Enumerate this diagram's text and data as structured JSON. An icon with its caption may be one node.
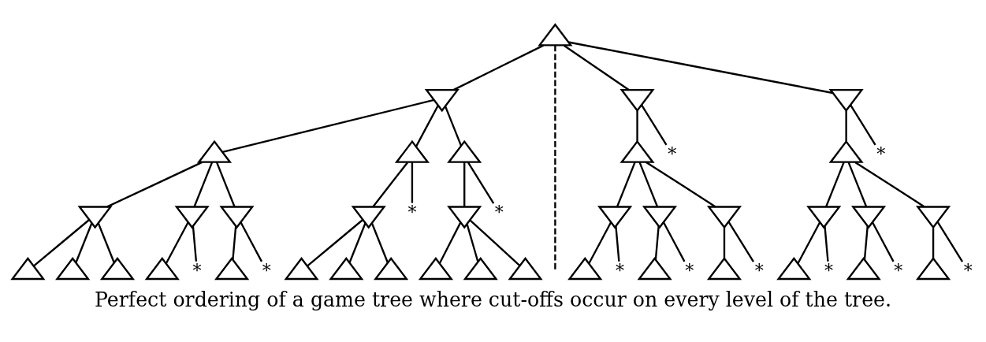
{
  "diagram": {
    "caption": "Perfect ordering of a game tree where cut-offs occur on every level of the tree.",
    "nodes": [
      {
        "text": [],
        "shape": "triangle"
      },
      {
        "text": [],
        "shape": "down-triangle"
      },
      {
        "text": [],
        "shape": "triangle"
      },
      {
        "text": [],
        "shape": "down-triangle"
      },
      {
        "text": [],
        "shape": "triangle"
      },
      {
        "text": [],
        "shape": "triangle"
      },
      {
        "text": [],
        "shape": "triangle"
      },
      {
        "text": [],
        "shape": "down-triangle"
      },
      {
        "text": [],
        "shape": "triangle"
      },
      {
        "text": [
          "*"
        ]
      },
      {
        "text": [],
        "shape": "down-triangle"
      },
      {
        "text": [],
        "shape": "triangle"
      },
      {
        "text": [
          "*"
        ]
      },
      {
        "text": [],
        "shape": "triangle"
      },
      {
        "text": [],
        "shape": "down-triangle"
      },
      {
        "text": [],
        "shape": "triangle"
      },
      {
        "text": [],
        "shape": "triangle"
      },
      {
        "text": [],
        "shape": "triangle"
      },
      {
        "text": [
          "*"
        ]
      },
      {
        "text": [],
        "shape": "triangle"
      },
      {
        "text": [],
        "shape": "down-triangle"
      },
      {
        "text": [],
        "shape": "triangle"
      },
      {
        "text": [],
        "shape": "triangle"
      },
      {
        "text": [],
        "shape": "triangle"
      },
      {
        "text": [
          "*"
        ]
      },
      {
        "text": [],
        "shape": "down-triangle"
      },
      {
        "text": [],
        "shape": "triangle"
      },
      {
        "text": [],
        "shape": "down-triangle"
      },
      {
        "text": [],
        "shape": "triangle"
      },
      {
        "text": [
          "*"
        ]
      },
      {
        "text": [],
        "shape": "down-triangle"
      },
      {
        "text": [],
        "shape": "triangle"
      },
      {
        "text": [
          "*"
        ]
      },
      {
        "text": [],
        "shape": "down-triangle"
      },
      {
        "text": [],
        "shape": "triangle"
      },
      {
        "text": [
          "*"
        ]
      },
      {
        "text": [
          "*"
        ]
      },
      {
        "text": [],
        "shape": "down-triangle"
      },
      {
        "text": [],
        "shape": "triangle"
      },
      {
        "text": [],
        "shape": "down-triangle"
      },
      {
        "text": [],
        "shape": "triangle"
      },
      {
        "text": [
          "*"
        ]
      },
      {
        "text": [],
        "shape": "down-triangle"
      },
      {
        "text": [],
        "shape": "triangle"
      },
      {
        "text": [
          "*"
        ]
      },
      {
        "text": [],
        "shape": "down-triangle"
      },
      {
        "text": [],
        "shape": "triangle"
      },
      {
        "text": [
          "*"
        ]
      },
      {
        "text": [
          "*"
        ]
      }
    ],
    "edges": [
      {
        "from": 0,
        "to": 1,
        "arrow": "none"
      },
      {
        "from": 0,
        "to": null,
        "arrow": "none",
        "style": "dashed"
      },
      {
        "from": 0,
        "to": 25,
        "arrow": "none"
      },
      {
        "from": 0,
        "to": 37,
        "arrow": "none"
      },
      {
        "from": 1,
        "to": 2,
        "arrow": "none"
      },
      {
        "from": 1,
        "to": 13,
        "arrow": "none"
      },
      {
        "from": 1,
        "to": 19,
        "arrow": "none"
      },
      {
        "from": 2,
        "to": 3,
        "arrow": "none"
      },
      {
        "from": 2,
        "to": 7,
        "arrow": "none"
      },
      {
        "from": 2,
        "to": 10,
        "arrow": "none"
      },
      {
        "from": 3,
        "to": 4,
        "arrow": "none"
      },
      {
        "from": 3,
        "to": 5,
        "arrow": "none"
      },
      {
        "from": 3,
        "to": 6,
        "arrow": "none"
      },
      {
        "from": 7,
        "to": 8,
        "arrow": "none"
      },
      {
        "from": 7,
        "to": 9,
        "arrow": "none"
      },
      {
        "from": 10,
        "to": 11,
        "arrow": "none"
      },
      {
        "from": 10,
        "to": 12,
        "arrow": "none"
      },
      {
        "from": 13,
        "to": 14,
        "arrow": "none"
      },
      {
        "from": 13,
        "to": 18,
        "arrow": "none"
      },
      {
        "from": 14,
        "to": 15,
        "arrow": "none"
      },
      {
        "from": 14,
        "to": 16,
        "arrow": "none"
      },
      {
        "from": 14,
        "to": 17,
        "arrow": "none"
      },
      {
        "from": 19,
        "to": 20,
        "arrow": "none"
      },
      {
        "from": 19,
        "to": 24,
        "arrow": "none"
      },
      {
        "from": 20,
        "to": 21,
        "arrow": "none"
      },
      {
        "from": 20,
        "to": 22,
        "arrow": "none"
      },
      {
        "from": 20,
        "to": 23,
        "arrow": "none"
      },
      {
        "from": 25,
        "to": 26,
        "arrow": "none"
      },
      {
        "from": 25,
        "to": 36,
        "arrow": "none"
      },
      {
        "from": 26,
        "to": 27,
        "arrow": "none"
      },
      {
        "from": 26,
        "to": 30,
        "arrow": "none"
      },
      {
        "from": 26,
        "to": 33,
        "arrow": "none"
      },
      {
        "from": 27,
        "to": 28,
        "arrow": "none"
      },
      {
        "from": 27,
        "to": 29,
        "arrow": "none"
      },
      {
        "from": 30,
        "to": 31,
        "arrow": "none"
      },
      {
        "from": 30,
        "to": 32,
        "arrow": "none"
      },
      {
        "from": 33,
        "to": 34,
        "arrow": "none"
      },
      {
        "from": 33,
        "to": 35,
        "arrow": "none"
      },
      {
        "from": 37,
        "to": 38,
        "arrow": "none"
      },
      {
        "from": 37,
        "to": 48,
        "arrow": "none"
      },
      {
        "from": 38,
        "to": 39,
        "arrow": "none"
      },
      {
        "from": 38,
        "to": 42,
        "arrow": "none"
      },
      {
        "from": 38,
        "to": 45,
        "arrow": "none"
      },
      {
        "from": 39,
        "to": 40,
        "arrow": "none"
      },
      {
        "from": 39,
        "to": 41,
        "arrow": "none"
      },
      {
        "from": 42,
        "to": 43,
        "arrow": "none"
      },
      {
        "from": 42,
        "to": 44,
        "arrow": "none"
      },
      {
        "from": 45,
        "to": 46,
        "arrow": "none"
      },
      {
        "from": 45,
        "to": 47,
        "arrow": "none"
      }
    ]
  }
}
